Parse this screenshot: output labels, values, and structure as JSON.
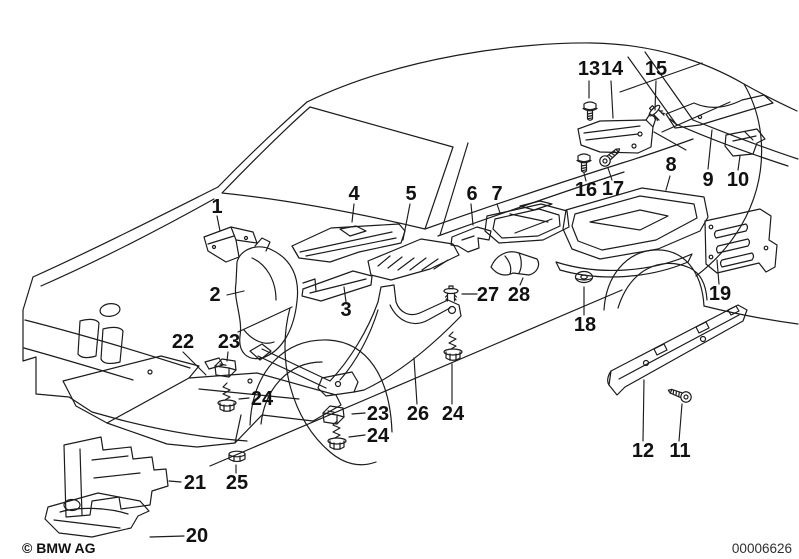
{
  "diagram": {
    "description": "BMW exploded parts diagram - heat insulation / sound insulation, body line drawing with numbered callouts",
    "style": {
      "background": "#ffffff",
      "line_color": "#1c1c1c",
      "label_color": "#111111"
    },
    "callouts": [
      {
        "label": "1"
      },
      {
        "label": "2"
      },
      {
        "label": "3"
      },
      {
        "label": "4"
      },
      {
        "label": "5"
      },
      {
        "label": "6"
      },
      {
        "label": "7"
      },
      {
        "label": "8"
      },
      {
        "label": "9"
      },
      {
        "label": "10"
      },
      {
        "label": "11"
      },
      {
        "label": "12"
      },
      {
        "label": "13"
      },
      {
        "label": "14"
      },
      {
        "label": "15"
      },
      {
        "label": "16"
      },
      {
        "label": "17"
      },
      {
        "label": "18"
      },
      {
        "label": "19"
      },
      {
        "label": "20"
      },
      {
        "label": "21"
      },
      {
        "label": "22"
      },
      {
        "label": "23"
      },
      {
        "label": "24"
      },
      {
        "label": "25"
      },
      {
        "label": "23"
      },
      {
        "label": "24"
      },
      {
        "label": "26"
      },
      {
        "label": "24"
      },
      {
        "label": "27"
      },
      {
        "label": "28"
      }
    ],
    "footer": {
      "copyright": "© BMW AG",
      "document_number": "00006626"
    }
  }
}
